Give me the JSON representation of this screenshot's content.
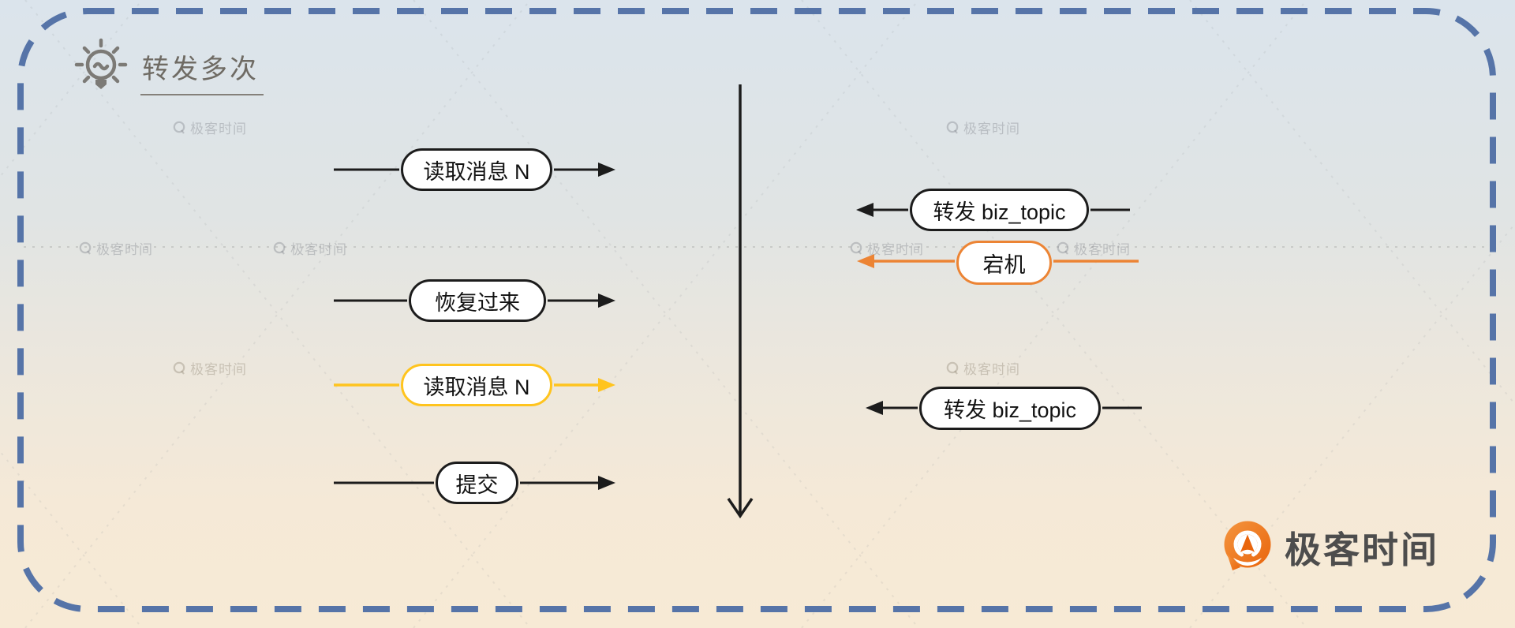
{
  "title": {
    "text": "转发多次",
    "icon": "lightbulb"
  },
  "left_flow": {
    "direction": "right",
    "items": [
      {
        "label": "读取消息 N",
        "variant": "black"
      },
      {
        "label": "恢复过来",
        "variant": "black"
      },
      {
        "label": "读取消息 N",
        "variant": "yellow"
      },
      {
        "label": "提交",
        "variant": "black"
      }
    ]
  },
  "right_flow": {
    "direction": "left",
    "items": [
      {
        "label": "转发 biz_topic",
        "variant": "black"
      },
      {
        "label": "宕机",
        "variant": "orange"
      },
      {
        "label": "转发 biz_topic",
        "variant": "black"
      }
    ]
  },
  "timeline": {
    "orientation": "vertical",
    "direction": "down"
  },
  "brand": {
    "name": "极客时间"
  },
  "watermark": {
    "text": "极客时间"
  },
  "colors": {
    "frame_blue": "#5674A8",
    "line_black": "#1C1C1C",
    "accent_yellow": "#FFC41E",
    "accent_orange": "#EC8434",
    "brand_orange": "#EA6A10",
    "bg_top": "#DBE4EC",
    "bg_bottom": "#F7EAD5"
  }
}
